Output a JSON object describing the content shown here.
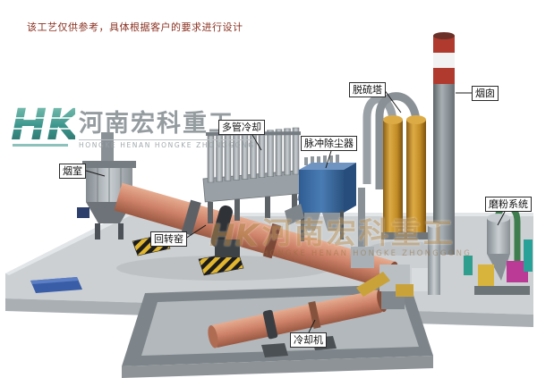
{
  "disclaimer": "该工艺仅供参考，具体根据客户的要求进行设计",
  "watermark": {
    "logo": "HK",
    "company_cn": "河南宏科重工",
    "company_en": "HONGKE HENAN HONGKE ZHONGGONG"
  },
  "labels": {
    "smoke_chamber": "烟室",
    "rotary_kiln": "回转窑",
    "multi_tube_cooler": "多管冷却",
    "pulse_dust_collector": "脉冲除尘器",
    "desulfurization_tower": "脱硫塔",
    "chimney": "烟囱",
    "grinding_system": "磨粉系统",
    "cooling_machine": "冷却机"
  },
  "colors": {
    "disclaimer_red": "#8a3020",
    "chimney_red": "#b03a2e",
    "hazard_yellow": "#e2b72e",
    "kiln_salmon": "#cd8168",
    "dust_collector_blue": "#3f6fa8",
    "tower_tan": "#c8912f",
    "watermark_teal": "#2e8f85",
    "floor_gray": "#ccd0d3"
  }
}
